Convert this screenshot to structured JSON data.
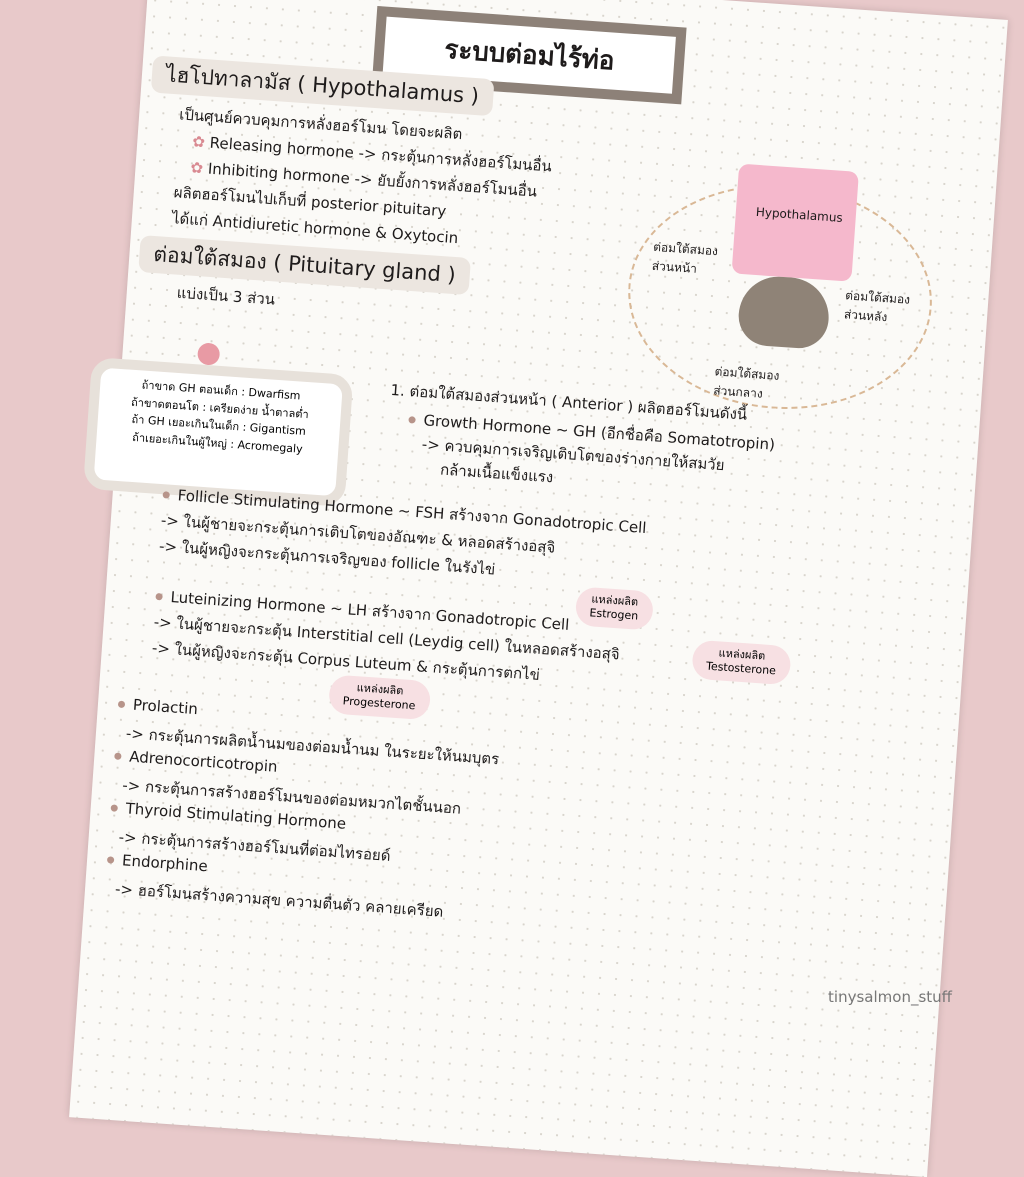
{
  "title": "ระบบต่อมไร้ท่อ",
  "hypothalamus": {
    "heading": "ไฮโปทาลามัส ( Hypothalamus )",
    "lines": [
      "เป็นศูนย์ควบคุมการหลั่งฮอร์โมน โดยจะผลิต",
      "Releasing hormone -> กระตุ้นการหลั่งฮอร์โมนอื่น",
      "Inhibiting hormone -> ยับยั้งการหลั่งฮอร์โมนอื่น",
      "ผลิตฮอร์โมนไปเก็บที่ posterior pituitary",
      "ได้แก่ Antidiuretic hormone & Oxytocin"
    ]
  },
  "pituitary": {
    "heading": "ต่อมใต้สมอง ( Pituitary gland )",
    "sub": "แบ่งเป็น 3 ส่วน"
  },
  "diagram": {
    "top": "Hypothalamus",
    "front": "ต่อมใต้สมอง ส่วนหน้า",
    "back": "ต่อมใต้สมอง ส่วนหลัง",
    "middle": "ต่อมใต้สมอง ส่วนกลาง"
  },
  "box": [
    "ถ้าขาด GH ตอนเด็ก : Dwarfism",
    "ถ้าขาดตอนโต : เครียดง่าย น้ำตาลต่ำ",
    "ถ้า GH เยอะเกินในเด็ก : Gigantism",
    "ถ้าเยอะเกินในผู้ใหญ่ : Acromegaly"
  ],
  "anterior": {
    "heading": "1.  ต่อมใต้สมองส่วนหน้า ( Anterior ) ผลิตฮอร์โมนดังนี้",
    "lines": [
      "Growth Hormone ~ GH (อีกชื่อคือ Somatotropin)",
      "-> ควบคุมการเจริญเติบโตของร่างกายให้สมวัย",
      "กล้ามเนื้อแข็งแรง",
      "Follicle Stimulating Hormone ~ FSH สร้างจาก Gonadotropic Cell",
      "-> ในผู้ชายจะกระตุ้นการเติบโตของอัณฑะ & หลอดสร้างอสุจิ",
      "-> ในผู้หญิงจะกระตุ้นการเจริญของ follicle ในรังไข่",
      "Luteinizing Hormone ~ LH สร้างจาก Gonadotropic Cell",
      "-> ในผู้ชายจะกระตุ้น Interstitial cell (Leydig cell) ในหลอดสร้างอสุจิ",
      "-> ในผู้หญิงจะกระตุ้น Corpus Luteum & กระตุ้นการตกไข่",
      "Prolactin",
      "-> กระตุ้นการผลิตน้ำนมของต่อมน้ำนม ในระยะให้นมบุตร",
      "Adrenocorticotropin",
      "-> กระตุ้นการสร้างฮอร์โมนของต่อมหมวกไตชั้นนอก",
      "Thyroid Stimulating Hormone",
      "-> กระตุ้นการสร้างฮอร์โมนที่ต่อมไทรอยด์",
      "Endorphine",
      "-> ฮอร์โมนสร้างความสุข ความตื่นตัว คลายเครียด"
    ]
  },
  "tags": {
    "estrogen": [
      "แหล่งผลิต",
      "Estrogen"
    ],
    "testosterone": [
      "แหล่งผลิต",
      "Testosterone"
    ],
    "progesterone": [
      "แหล่งผลิต",
      "Progesterone"
    ]
  },
  "watermark": "tinysalmon_stuff"
}
